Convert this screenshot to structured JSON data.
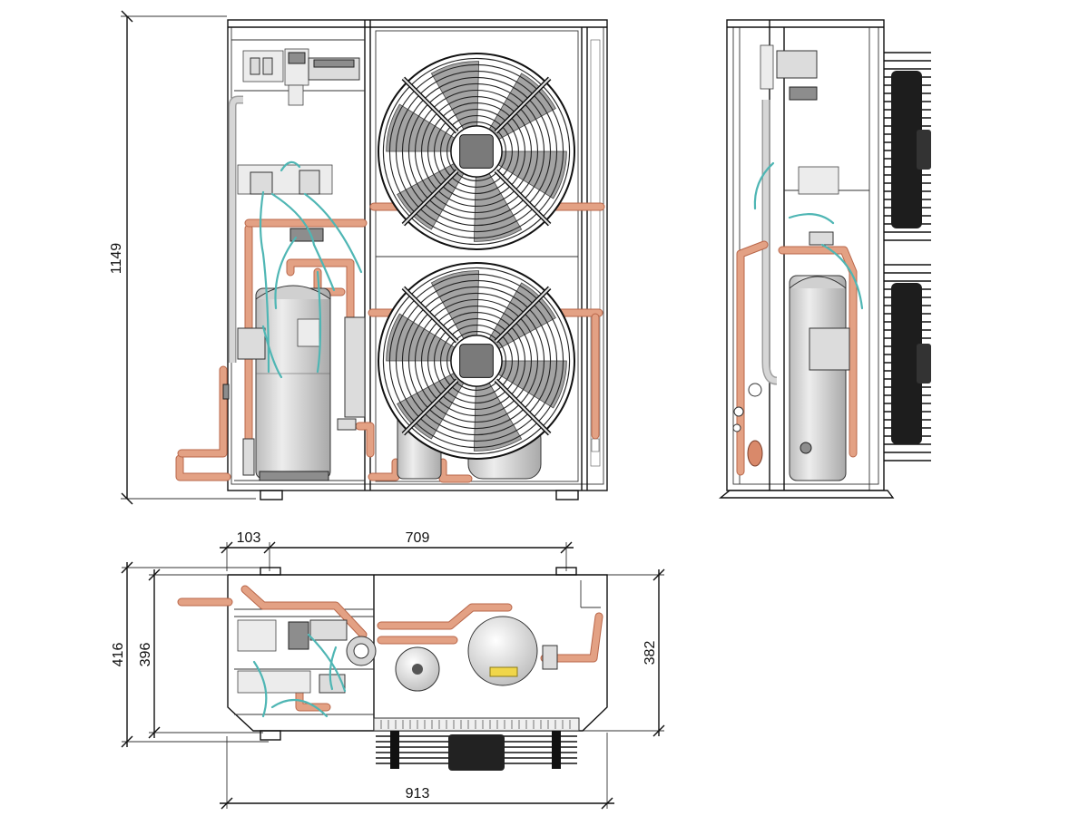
{
  "dimensions": {
    "front_height": "1149",
    "top_offset": "103",
    "top_feet_spacing": "709",
    "top_total_width": "913",
    "top_outer_depth": "416",
    "top_inner_depth": "396",
    "top_right_depth": "382"
  },
  "colors": {
    "line": "#111111",
    "copper": "#e3a184",
    "cyan_wire": "#4fb6b4",
    "fan_blade": "#9a9a9a"
  }
}
